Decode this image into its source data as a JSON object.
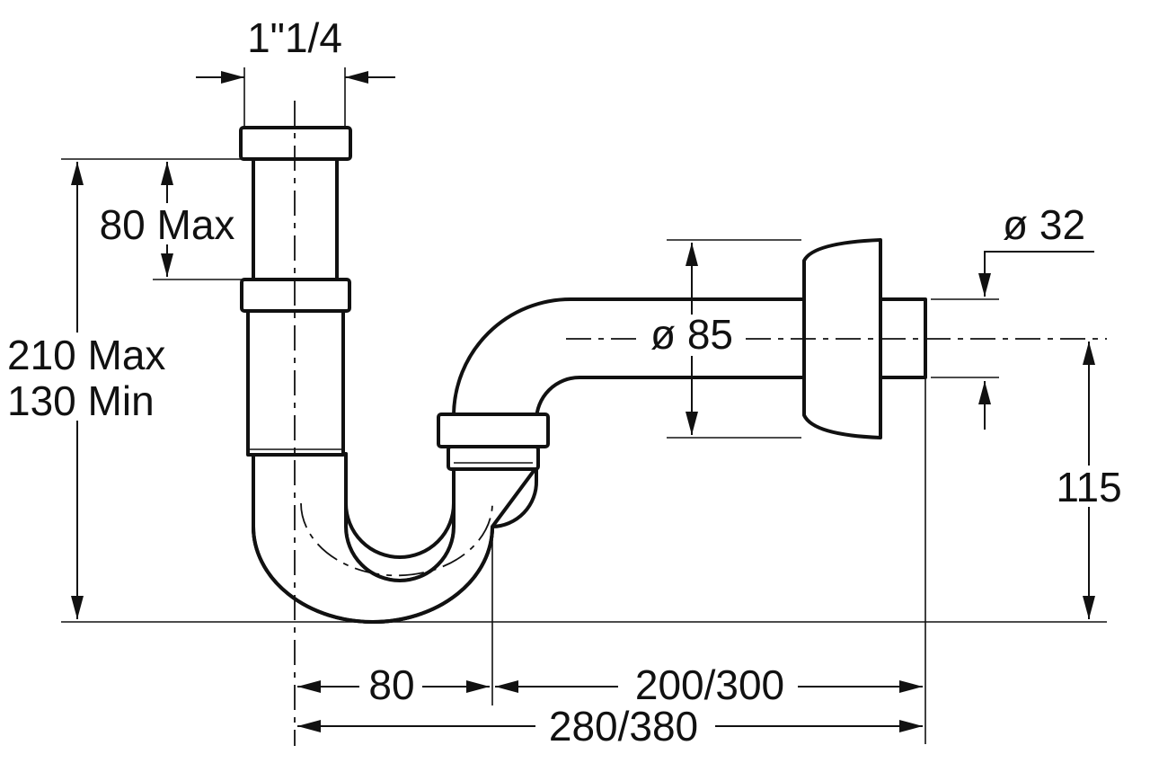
{
  "diagram": {
    "inlet_thread": "1\"1/4",
    "extension_label": "80 Max",
    "height_max": "210 Max",
    "height_min": "130 Min",
    "outlet_diameter": "ø 32",
    "rosette_diameter": "ø 85",
    "outlet_height": "115",
    "trap_offset": "80",
    "outlet_length": "200/300",
    "total_length": "280/380"
  },
  "colors": {
    "line": "#111111",
    "background": "#ffffff"
  }
}
